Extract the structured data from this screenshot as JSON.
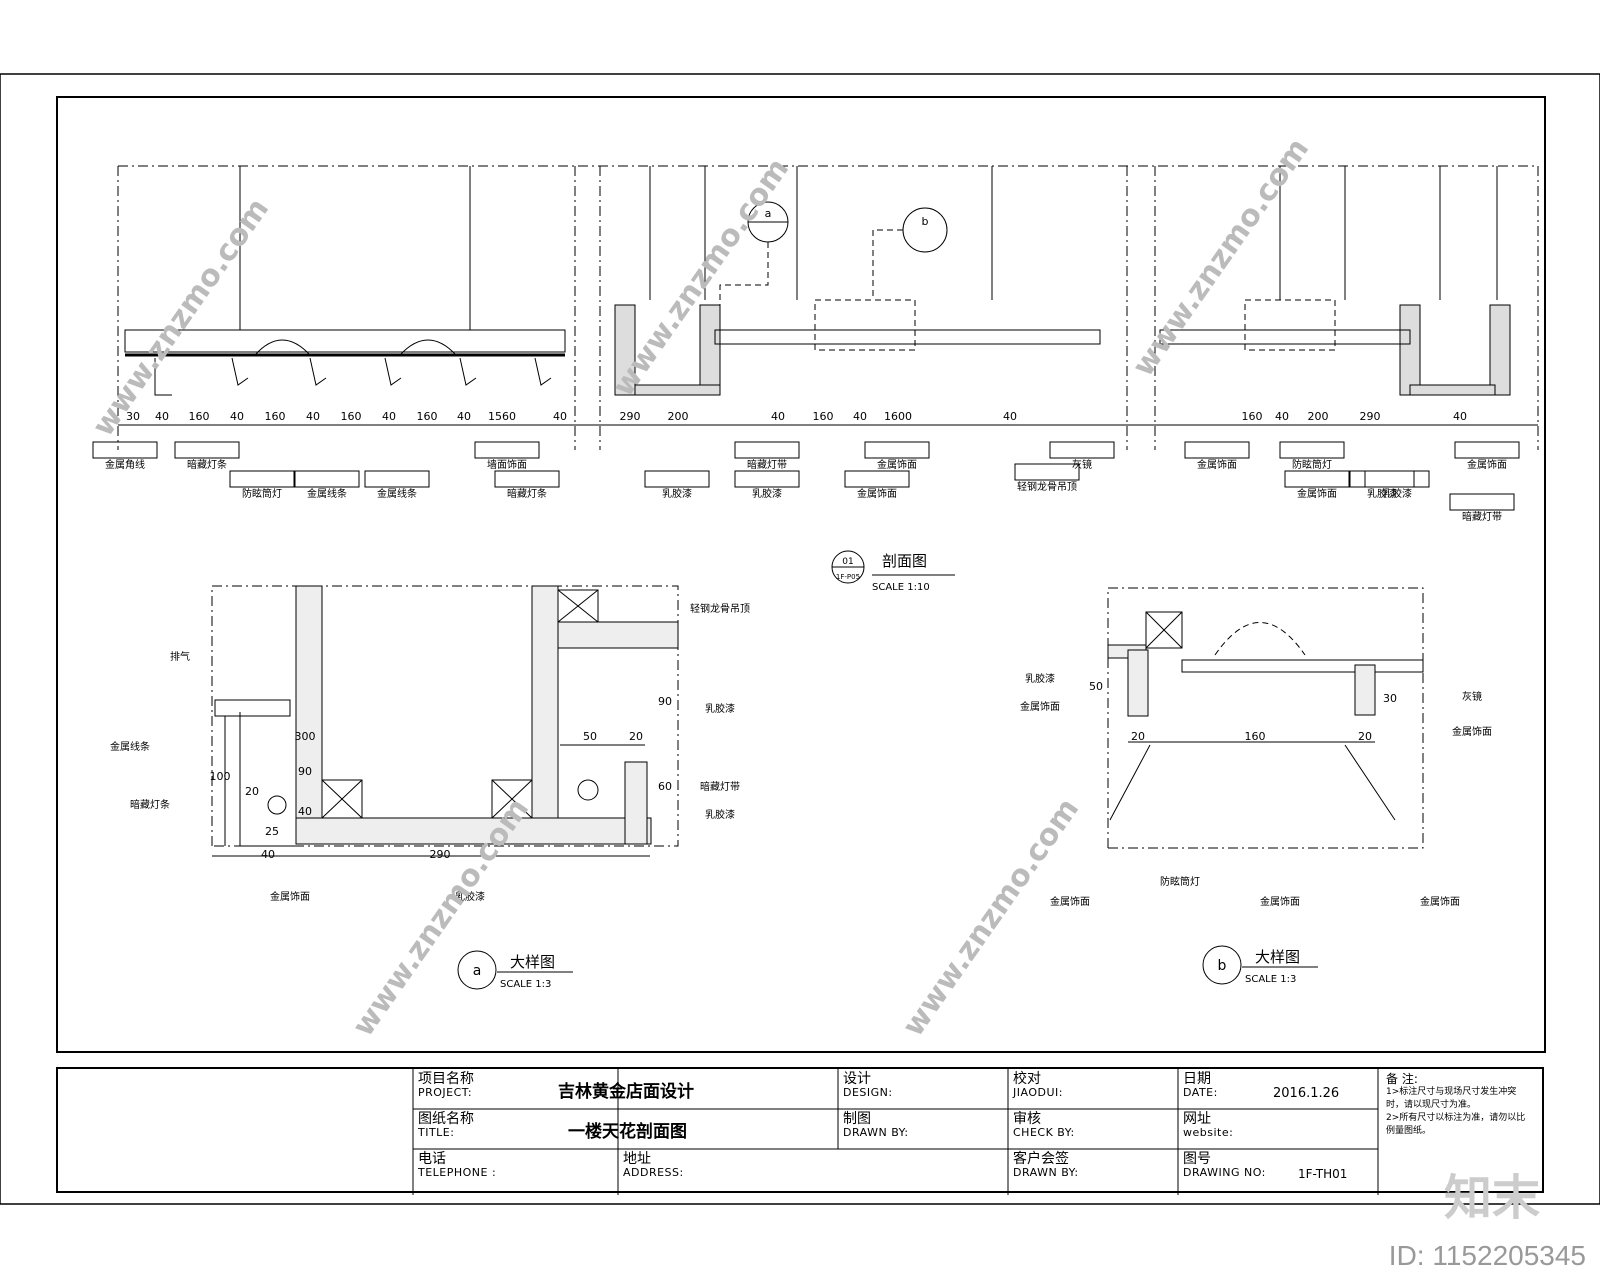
{
  "section_title": "剖面图",
  "section_no": "01",
  "section_sheet": "1F-P05",
  "section_scale": "SCALE 1:10",
  "detail_a": {
    "tag": "a",
    "title": "大样图",
    "scale": "SCALE 1:3"
  },
  "detail_b": {
    "tag": "b",
    "title": "大样图",
    "scale": "SCALE 1:3"
  },
  "callout_a": "a",
  "callout_b": "b",
  "main_dims": [
    "30",
    "40",
    "160",
    "40",
    "160",
    "40",
    "160",
    "40",
    "160",
    "40",
    "1560",
    "40",
    "290",
    "200",
    "40",
    "160",
    "40",
    "1600",
    "40",
    "160",
    "40",
    "200",
    "290",
    "40"
  ],
  "main_labels": [
    "金属角线",
    "暗藏灯条",
    "防眩筒灯",
    "金属线条",
    "金属线条",
    "暗藏灯条",
    "墙面饰面",
    "暗藏灯带",
    "乳胶漆",
    "乳胶漆",
    "金属饰面",
    "金属饰面",
    "轻钢龙骨吊顶",
    "灰镜",
    "乳胶漆",
    "金属饰面",
    "金属饰面",
    "金属饰面",
    "乳胶漆",
    "防眩筒灯",
    "暗藏灯带"
  ],
  "detail_a_labels": [
    "轻钢龙骨吊顶",
    "排气",
    "金属线条",
    "暗藏灯条",
    "乳胶漆",
    "暗藏灯带",
    "乳胶漆",
    "金属饰面",
    "乳胶漆"
  ],
  "detail_a_dims": [
    "90",
    "50",
    "20",
    "60",
    "100",
    "300",
    "90",
    "40",
    "20",
    "40",
    "25",
    "290"
  ],
  "detail_b_labels": [
    "乳胶漆",
    "金属饰面",
    "灰镜",
    "金属饰面",
    "金属饰面",
    "防眩筒灯",
    "金属饰面",
    "金属饰面"
  ],
  "detail_b_dims": [
    "50",
    "20",
    "160",
    "20",
    "30"
  ],
  "title_block": {
    "project_cn": "项目名称",
    "project_en": "PROJECT:",
    "project_value": "吉林黄金店面设计",
    "title_cn": "图纸名称",
    "title_en": "TITLE:",
    "title_value": "一楼天花剖面图",
    "phone_cn": "电话",
    "phone_en": "TELEPHONE :",
    "address_cn": "地址",
    "address_en": "ADDRESS:",
    "design_cn": "设计",
    "design_en": "DESIGN:",
    "drawn_cn": "制图",
    "drawn_en": "DRAWN BY:",
    "check_cn": "校对",
    "check_en": "JIAODUI:",
    "review_cn": "审核",
    "review_en": "CHECK BY:",
    "client_cn": "客户会签",
    "client_en": "DRAWN BY:",
    "date_cn": "日期",
    "date_en": "DATE:",
    "date_value": "2016.1.26",
    "website_cn": "网址",
    "website_en": "website:",
    "dwg_cn": "图号",
    "dwg_en": "DRAWING NO:",
    "dwg_value": "1F-TH01",
    "notes_title": "备 注:",
    "note1": "1>标注尺寸与现场尺寸发生冲突时，请以现尺寸为准。",
    "note2": "2>所有尺寸以标注为准，请勿以比例量图纸。"
  },
  "watermark": "www.znzmo.com",
  "logo_text": "知末",
  "id_label": "ID: 1152205345"
}
